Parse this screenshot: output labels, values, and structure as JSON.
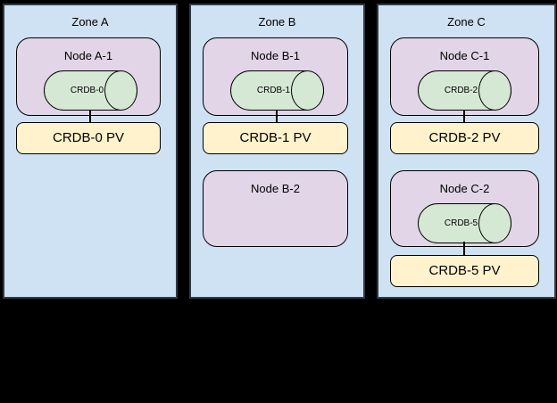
{
  "diagram": {
    "zones": [
      {
        "title": "Zone A",
        "groups": [
          {
            "node": "Node A-1",
            "pod": "CRDB-0",
            "pv": "CRDB-0 PV"
          }
        ]
      },
      {
        "title": "Zone B",
        "groups": [
          {
            "node": "Node B-1",
            "pod": "CRDB-1",
            "pv": "CRDB-1 PV"
          },
          {
            "node": "Node B-2"
          }
        ]
      },
      {
        "title": "Zone C",
        "groups": [
          {
            "node": "Node C-1",
            "pod": "CRDB-2",
            "pv": "CRDB-2 PV"
          },
          {
            "node": "Node C-2",
            "pod": "CRDB-5",
            "pv": "CRDB-5 PV"
          }
        ]
      }
    ],
    "colors": {
      "background": "#000000",
      "zone_fill": "#cfe2f3",
      "zone_border": "#2e3a45",
      "node_fill": "#e1d5e7",
      "pod_fill": "#d5e8d4",
      "pv_fill": "#fff2cc",
      "shape_border": "#000000",
      "text_color": "#000000"
    }
  }
}
